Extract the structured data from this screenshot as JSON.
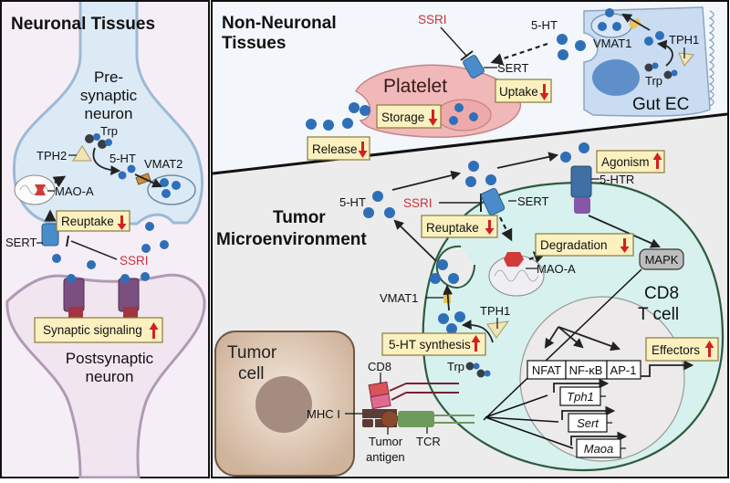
{
  "panels": {
    "neuronal": {
      "title": "Neuronal Tissues",
      "presynaptic_label": [
        "Pre-",
        "synaptic",
        "neuron"
      ],
      "postsynaptic_label": [
        "Postsynaptic",
        "neuron"
      ],
      "trp": "Trp",
      "tph2": "TPH2",
      "ht": "5-HT",
      "vmat2": "VMAT2",
      "maoa": "MAO-A",
      "sert": "SERT",
      "ssri": "SSRI",
      "reuptake": {
        "label": "Reuptake",
        "direction": "down"
      },
      "synaptic_signaling": {
        "label": "Synaptic signaling",
        "direction": "up"
      }
    },
    "non_neuronal": {
      "title": [
        "Non-Neuronal",
        "Tissues"
      ],
      "ssri": "SSRI",
      "platelet": "Platelet",
      "sert": "SERT",
      "ht": "5-HT",
      "vmat1": "VMAT1",
      "tph1": "TPH1",
      "trp": "Trp",
      "gut_ec": "Gut EC",
      "uptake": {
        "label": "Uptake",
        "direction": "down"
      },
      "storage": {
        "label": "Storage",
        "direction": "down"
      },
      "release": {
        "label": "Release",
        "direction": "down"
      }
    },
    "tumor": {
      "title": [
        "Tumor",
        "Microenvironment"
      ],
      "ht": "5-HT",
      "ssri": "SSRI",
      "sert": "SERT",
      "htr": "5-HTR",
      "maoa": "MAO-A",
      "mapk": "MAPK",
      "vmat1": "VMAT1",
      "tph1": "TPH1",
      "trp": "Trp",
      "cd8_tcell": [
        "CD8",
        "T cell"
      ],
      "tumor_cell": [
        "Tumor",
        "cell"
      ],
      "cd8": "CD8",
      "mhc": "MHC I",
      "tumor_antigen": [
        "Tumor",
        "antigen"
      ],
      "tcr": "TCR",
      "agonism": {
        "label": "Agonism",
        "direction": "up"
      },
      "reuptake": {
        "label": "Reuptake",
        "direction": "down"
      },
      "degradation": {
        "label": "Degradation",
        "direction": "down"
      },
      "synthesis": {
        "label": "5-HT synthesis",
        "direction": "up"
      },
      "effectors": {
        "label": "Effectors",
        "direction": "up"
      },
      "transcription_factors": [
        "NFAT",
        "NF-κB",
        "AP-1"
      ],
      "genes": [
        "Tph1",
        "Sert",
        "Maoa"
      ]
    }
  },
  "colors": {
    "serotonin": "#2f6fb8",
    "ssri_text": "#c8323c",
    "up_down_arrow": "#d3201e",
    "label_box": "#fbf1c0",
    "neuronal_bg": "#f6eef6",
    "non_neuronal_bg": "#f3f6fa",
    "tumor_bg": "#ececec",
    "tcell": "#d7f1ee",
    "platelet": "#f0b8b8",
    "gut_ec": "#c9dcf1",
    "tumor_cell": "#d8bfa8"
  }
}
